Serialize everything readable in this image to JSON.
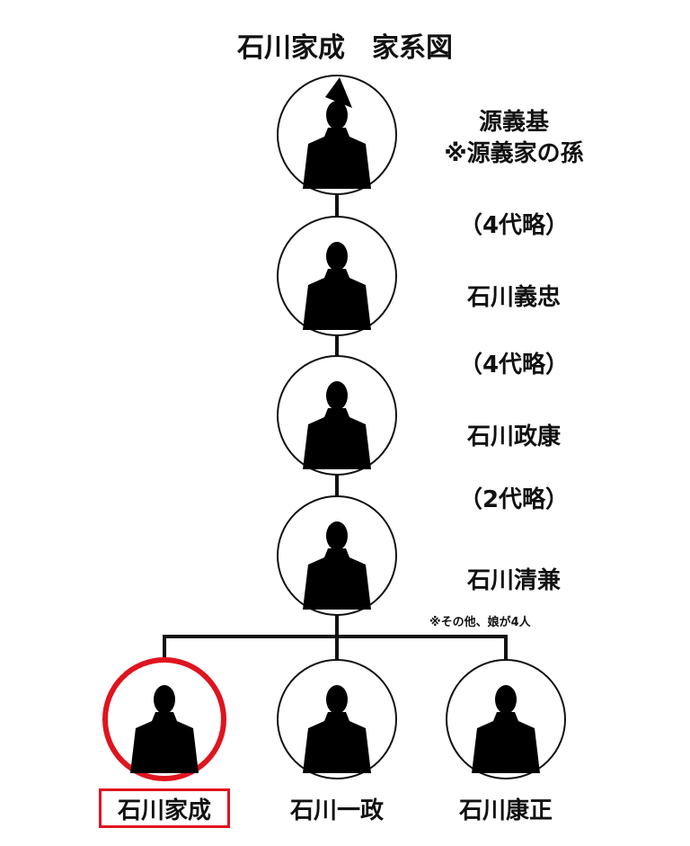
{
  "title": "石川家成　家系図",
  "chain": [
    {
      "name": "源義基",
      "note": "※源義家の孫"
    },
    {
      "gap": "（4代略）"
    },
    {
      "name": "石川義忠"
    },
    {
      "gap": "（4代略）"
    },
    {
      "name": "石川政康"
    },
    {
      "gap": "（2代略）"
    },
    {
      "name": "石川清兼"
    }
  ],
  "children_note": "※その他、娘が4人",
  "children": [
    {
      "name": "石川家成",
      "highlighted": true
    },
    {
      "name": "石川一政"
    },
    {
      "name": "石川康正"
    }
  ],
  "colors": {
    "highlight": "#e0141e",
    "line": "#111111"
  }
}
